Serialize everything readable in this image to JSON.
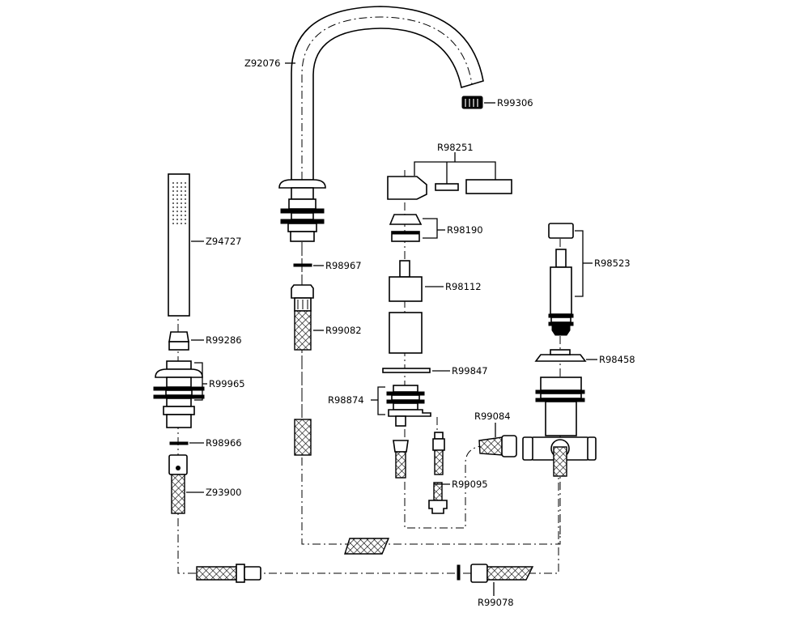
{
  "labels": {
    "spout": "Z92076",
    "aerator": "R99306",
    "handle_set": "R98251",
    "cap_ring": "R98190",
    "cartridge": "R98112",
    "escutcheon_washer": "R99847",
    "valve_body_set": "R98874",
    "hose_flex_short": "R99084",
    "hose_flex_mixer": "R99095",
    "diverter_set": "R98523",
    "diverter_flange": "R98458",
    "hand_shower": "Z94727",
    "hand_shower_adapter": "R99286",
    "shower_mount": "R99965",
    "shower_washer": "R98966",
    "shower_hose": "Z93900",
    "spout_washer": "R98967",
    "spout_hose": "R99082",
    "hose_return": "R99078"
  }
}
